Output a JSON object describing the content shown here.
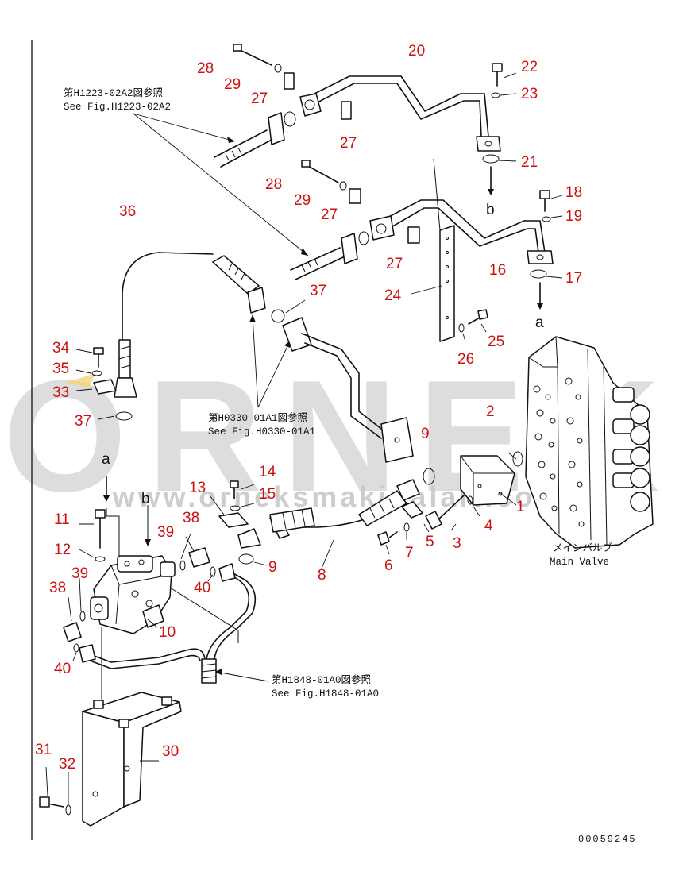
{
  "watermark": {
    "brand": "ORNEK",
    "url": "www.orneksmakinaları.com.tr"
  },
  "references": [
    {
      "jp": "第H1223-02A2図参照",
      "en": "See Fig.H1223-02A2"
    },
    {
      "jp": "第H0330-01A1図参照",
      "en": "See Fig.H0330-01A1"
    },
    {
      "jp": "第H1848-01A0図参照",
      "en": "See Fig.H1848-01A0"
    }
  ],
  "main_valve": {
    "jp": "メインバルブ",
    "en": "Main Valve"
  },
  "flow_labels": {
    "a": "a",
    "b": "b"
  },
  "drawing_number": "00059245",
  "callouts": {
    "n1": "1",
    "n2": "2",
    "n3": "3",
    "n4": "4",
    "n5": "5",
    "n6": "6",
    "n7": "7",
    "n8": "8",
    "n9a": "9",
    "n9b": "9",
    "n10": "10",
    "n11": "11",
    "n12": "12",
    "n13": "13",
    "n14": "14",
    "n15": "15",
    "n16": "16",
    "n17": "17",
    "n18": "18",
    "n19": "19",
    "n20": "20",
    "n21": "21",
    "n22": "22",
    "n23": "23",
    "n24": "24",
    "n25": "25",
    "n26": "26",
    "n27a": "27",
    "n27b": "27",
    "n27c": "27",
    "n27d": "27",
    "n28a": "28",
    "n28b": "28",
    "n29a": "29",
    "n29b": "29",
    "n30": "30",
    "n31": "31",
    "n32": "32",
    "n33": "33",
    "n34": "34",
    "n35": "35",
    "n36": "36",
    "n37a": "37",
    "n37b": "37",
    "n38a": "38",
    "n38b": "38",
    "n39a": "39",
    "n39b": "39",
    "n40a": "40",
    "n40b": "40"
  }
}
